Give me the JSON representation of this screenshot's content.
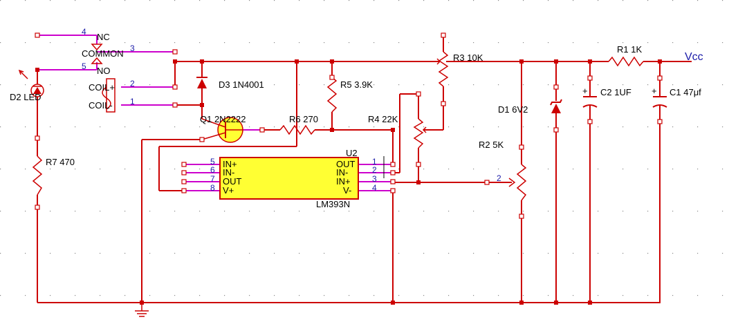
{
  "colors": {
    "wire": "#cc0000",
    "pin": "#cc00cc",
    "chip_fill": "#ffff33",
    "text": "#000000",
    "pin_number": "#1a1aa8",
    "background": "#ffffff",
    "grid_dot": "#888888"
  },
  "labels": {
    "relay_nc": "NC",
    "relay_common": "COMMON",
    "relay_no": "NO",
    "coil_plus": "COIL+",
    "coil_minus": "COIL-",
    "d2": "D2 LED",
    "r7": "R7 470",
    "d3": "D3 1N4001",
    "q1": "Q1 2N2222",
    "r6": "R6 270",
    "r5": "R5 3.9K",
    "r4": "R4 22K",
    "r3": "R3 10K",
    "r2": "R2 5K",
    "d1": "D1 6V2",
    "c2": "C2 1UF",
    "c1": "C1 47μf",
    "r1": "R1 1K",
    "vcc": "Vcc",
    "u2": "U2",
    "chip_part": "LM393N"
  },
  "pin_numbers": {
    "relay_nc": "4",
    "relay_common": "3",
    "relay_no": "5",
    "coil_plus": "2",
    "coil_minus": "1",
    "u2_left": [
      "5",
      "6",
      "7",
      "8"
    ],
    "u2_right": [
      "1",
      "2",
      "3",
      "4"
    ],
    "r2_wiper": "2"
  },
  "chip_pins": {
    "left": [
      "IN+",
      "IN-",
      "OUT",
      "V+"
    ],
    "right": [
      "OUT",
      "IN-",
      "IN+",
      "V-"
    ]
  }
}
